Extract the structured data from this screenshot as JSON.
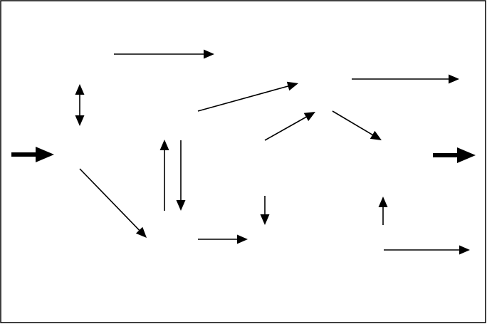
{
  "diagram": {
    "colors": {
      "background": "#ffffff",
      "stroke": "#000000"
    },
    "arrows": [
      {
        "id": "input-arrow",
        "kind": "thick",
        "heads": "end"
      },
      {
        "id": "top-left-right-arrow",
        "kind": "thin",
        "heads": "end"
      },
      {
        "id": "left-vertical-double-arrow",
        "kind": "thin",
        "heads": "both"
      },
      {
        "id": "left-diagonal-down-arrow",
        "kind": "thin",
        "heads": "end"
      },
      {
        "id": "center-up-arrow",
        "kind": "thin",
        "heads": "end"
      },
      {
        "id": "center-down-arrow",
        "kind": "thin",
        "heads": "end"
      },
      {
        "id": "center-diagonal-up-arrow",
        "kind": "thin",
        "heads": "end"
      },
      {
        "id": "bottom-center-right-arrow",
        "kind": "thin",
        "heads": "end"
      },
      {
        "id": "mid-diagonal-up-arrow",
        "kind": "thin",
        "heads": "end"
      },
      {
        "id": "mid-down-arrow",
        "kind": "thin",
        "heads": "end"
      },
      {
        "id": "top-right-arrow",
        "kind": "thin",
        "heads": "end"
      },
      {
        "id": "right-diagonal-down-arrow",
        "kind": "thin",
        "heads": "end"
      },
      {
        "id": "right-up-arrow",
        "kind": "thin",
        "heads": "end"
      },
      {
        "id": "bottom-right-arrow",
        "kind": "thin",
        "heads": "end"
      },
      {
        "id": "output-arrow",
        "kind": "thick",
        "heads": "end"
      }
    ]
  }
}
